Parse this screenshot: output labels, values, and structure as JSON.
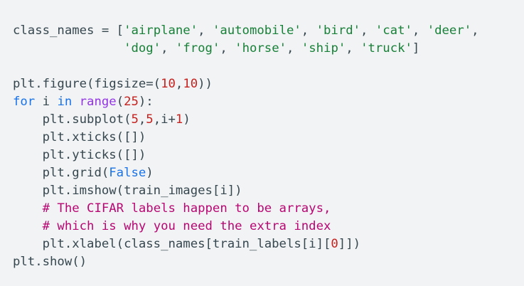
{
  "code": {
    "language": "python",
    "lines": [
      {
        "tokens": [
          {
            "t": "txt",
            "v": "class_names = ["
          },
          {
            "t": "str",
            "v": "'airplane'"
          },
          {
            "t": "txt",
            "v": ", "
          },
          {
            "t": "str",
            "v": "'automobile'"
          },
          {
            "t": "txt",
            "v": ", "
          },
          {
            "t": "str",
            "v": "'bird'"
          },
          {
            "t": "txt",
            "v": ", "
          },
          {
            "t": "str",
            "v": "'cat'"
          },
          {
            "t": "txt",
            "v": ", "
          },
          {
            "t": "str",
            "v": "'deer'"
          },
          {
            "t": "txt",
            "v": ","
          }
        ]
      },
      {
        "tokens": [
          {
            "t": "txt",
            "v": "               "
          },
          {
            "t": "str",
            "v": "'dog'"
          },
          {
            "t": "txt",
            "v": ", "
          },
          {
            "t": "str",
            "v": "'frog'"
          },
          {
            "t": "txt",
            "v": ", "
          },
          {
            "t": "str",
            "v": "'horse'"
          },
          {
            "t": "txt",
            "v": ", "
          },
          {
            "t": "str",
            "v": "'ship'"
          },
          {
            "t": "txt",
            "v": ", "
          },
          {
            "t": "str",
            "v": "'truck'"
          },
          {
            "t": "txt",
            "v": "]"
          }
        ]
      },
      {
        "tokens": []
      },
      {
        "tokens": [
          {
            "t": "txt",
            "v": "plt.figure(figsize=("
          },
          {
            "t": "num",
            "v": "10"
          },
          {
            "t": "txt",
            "v": ","
          },
          {
            "t": "num",
            "v": "10"
          },
          {
            "t": "txt",
            "v": "))"
          }
        ]
      },
      {
        "tokens": [
          {
            "t": "kw",
            "v": "for"
          },
          {
            "t": "txt",
            "v": " i "
          },
          {
            "t": "kw",
            "v": "in"
          },
          {
            "t": "txt",
            "v": " "
          },
          {
            "t": "fn",
            "v": "range"
          },
          {
            "t": "txt",
            "v": "("
          },
          {
            "t": "num",
            "v": "25"
          },
          {
            "t": "txt",
            "v": "):"
          }
        ]
      },
      {
        "tokens": [
          {
            "t": "txt",
            "v": "    plt.subplot("
          },
          {
            "t": "num",
            "v": "5"
          },
          {
            "t": "txt",
            "v": ","
          },
          {
            "t": "num",
            "v": "5"
          },
          {
            "t": "txt",
            "v": ",i+"
          },
          {
            "t": "num",
            "v": "1"
          },
          {
            "t": "txt",
            "v": ")"
          }
        ]
      },
      {
        "tokens": [
          {
            "t": "txt",
            "v": "    plt.xticks([])"
          }
        ]
      },
      {
        "tokens": [
          {
            "t": "txt",
            "v": "    plt.yticks([])"
          }
        ]
      },
      {
        "tokens": [
          {
            "t": "txt",
            "v": "    plt.grid("
          },
          {
            "t": "kw",
            "v": "False"
          },
          {
            "t": "txt",
            "v": ")"
          }
        ]
      },
      {
        "tokens": [
          {
            "t": "txt",
            "v": "    plt.imshow(train_images[i])"
          }
        ]
      },
      {
        "tokens": [
          {
            "t": "txt",
            "v": "    "
          },
          {
            "t": "cm",
            "v": "# The CIFAR labels happen to be arrays,"
          }
        ]
      },
      {
        "tokens": [
          {
            "t": "txt",
            "v": "    "
          },
          {
            "t": "cm",
            "v": "# which is why you need the extra index"
          }
        ]
      },
      {
        "tokens": [
          {
            "t": "txt",
            "v": "    plt.xlabel(class_names[train_labels[i]["
          },
          {
            "t": "num",
            "v": "0"
          },
          {
            "t": "txt",
            "v": "]])"
          }
        ]
      },
      {
        "tokens": [
          {
            "t": "txt",
            "v": "plt.show()"
          }
        ]
      }
    ]
  },
  "colors": {
    "background": "#f1f3f4",
    "text": "#37474f",
    "string": "#188038",
    "number": "#c5221f",
    "keyword": "#1a73e8",
    "builtin": "#9334e6",
    "comment": "#b80672"
  }
}
